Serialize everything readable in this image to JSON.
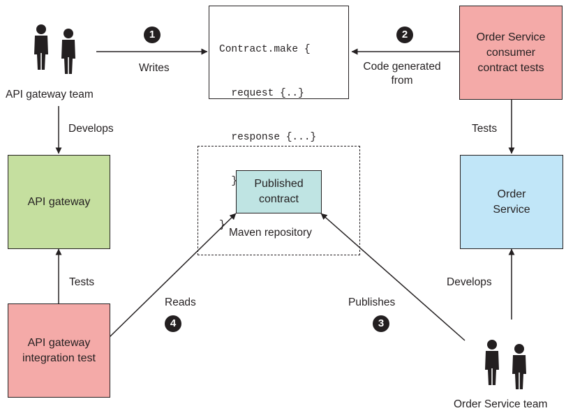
{
  "actors": {
    "gateway_team": "API gateway team",
    "order_team": "Order Service team"
  },
  "contract_code": [
    "Contract.make {",
    "  request {..}",
    "  response {...}",
    "  }",
    "}"
  ],
  "boxes": {
    "consumer_tests": [
      "Order Service",
      "consumer",
      "contract tests"
    ],
    "api_gateway": [
      "API gateway"
    ],
    "published_contract": [
      "Published",
      "contract"
    ],
    "order_service": [
      "Order",
      "Service"
    ],
    "integration_test": [
      "API gateway",
      "integration test"
    ]
  },
  "repository_label": "Maven repository",
  "edges": {
    "writes": "Writes",
    "code_generated": [
      "Code generated",
      "from"
    ],
    "develops_gateway": "Develops",
    "tests_order": "Tests",
    "tests_gateway": "Tests",
    "develops_order": "Develops",
    "reads": "Reads",
    "publishes": "Publishes"
  },
  "steps": [
    "1",
    "2",
    "3",
    "4"
  ],
  "colors": {
    "consumer_tests": "#f4aaa8",
    "api_gateway": "#c5df9f",
    "published_contract": "#bfe4e3",
    "order_service": "#c1e6f8",
    "integration_test": "#f4aaa8",
    "ink": "#231f20"
  }
}
